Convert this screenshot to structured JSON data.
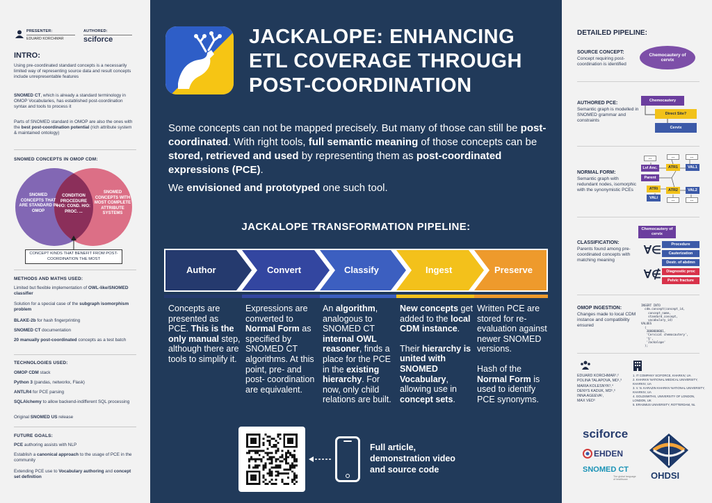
{
  "presenter": {
    "label": "PRESENTER:",
    "name": "EDUARD KORCHMAR"
  },
  "authored": {
    "label": "AUTHORED:",
    "name": "sciforce"
  },
  "intro": {
    "title": "INTRO:",
    "p1": "Using pre-coordinated standard concepts is a necessarily limited way of representing source data and result concepts include unrepresentable features",
    "p2a": "SNOMED CT",
    "p2b": ", which is already a standard terminology in OMOP Vocabularies, has established post-coordination syntax and tools to process it",
    "p3a": "Parts of SNOMED standard in OMOP are also the ones with the ",
    "p3b": "best post-coordination potential",
    "p3c": " (rich attribute system & maintained ontology)"
  },
  "venn": {
    "title": "SNOMED CONCEPTS IN OMOP CDM:",
    "left": "SNOMED CONCEPTS THAT ARE STANDARD IN OMOP",
    "middle": "CONDITION PROCEDURE H/O: COND. H/O: PROC. ...",
    "right": "SNOMED CONCEPTS WITH MOST COMPLETE ATTRIBUTE SYSTEMS",
    "callout": "CONCEPT KINDS THAT BENEFIT FROM POST-COORDINATION THE MOST"
  },
  "methods": {
    "title": "METHODS AND MATHS USED:",
    "items": [
      {
        "a": "Limited but flexible implementation of ",
        "b": "OWL-like/SNOMED classifier"
      },
      {
        "a": "Solution for a special case of the ",
        "b": "subgraph isomorphism problem"
      },
      {
        "a": "BLAKE-2b",
        "b": " for hash fingerprinting"
      },
      {
        "a": "SNOMED CT",
        "b": " documentation"
      },
      {
        "a": "20 manually post-coordinated",
        "b": " concepts as a test batch"
      }
    ]
  },
  "technologies": {
    "title": "TECHNOLOGIES USED:",
    "items": [
      {
        "a": "OMOP CDM",
        "b": " stack"
      },
      {
        "a": "Python 3",
        "b": " (pandas, networkx, Flask)"
      },
      {
        "a": "ANTLR4",
        "b": " for PCE parsing"
      },
      {
        "a": "SQLAlchemy",
        "b": " to allow backend-indifferent SQL processing"
      },
      {
        "a": "Original ",
        "b": "SNOMED US",
        "c": " release"
      }
    ]
  },
  "future": {
    "title": "FUTURE GOALS:",
    "items": [
      {
        "a": "PCE",
        "b": " authoring assists with NLP"
      },
      {
        "a": "Establish a ",
        "b": "canonical approach",
        "c": " to the usage of PCE in the community"
      },
      {
        "a": "Extending PCE use to ",
        "b": "Vocabulary authoring",
        "c": " and ",
        "d": "concept set definition"
      }
    ]
  },
  "title": {
    "line1": "JACKALOPE: ENHANCING",
    "line2": "ETL COVERAGE THROUGH",
    "line3": "POST-COORDINATION"
  },
  "lead": {
    "s1": "Some concepts can not be mapped precisely. But many of those can still be ",
    "s2": "post-coordinated",
    "s3": ". With right tools, ",
    "s4": "full semantic meaning",
    "s5": " of those concepts can be ",
    "s6": "stored, retrieved and used",
    "s7": " by representing them as ",
    "s8": "post-coordinated expressions (PCE)",
    "s9": ".",
    "t1": "We ",
    "t2": "envisioned and prototyped",
    "t3": " one such tool."
  },
  "pipeline": {
    "title": "JACKALOPE TRANSFORMATION PIPELINE:",
    "steps": [
      "Author",
      "Convert",
      "Classify",
      "Ingest",
      "Preserve"
    ],
    "colors": [
      "#253a6e",
      "#3346a0",
      "#3c5fc0",
      "#f3c11b",
      "#ee9a2c"
    ]
  },
  "cols": {
    "c1": {
      "a": "Concepts are presented as PCE. ",
      "b": "This is the only manual",
      "c": " step, although there are tools to simplify it."
    },
    "c2": {
      "a": "Expressions are converted to ",
      "b": "Normal Form",
      "c": " as specified by SNOMED CT algorithms. At this point, pre- and post- coordination are equivalent."
    },
    "c3": {
      "a": "An ",
      "b": "algorithm",
      "c": ", analogous to SNOMED CT ",
      "d": "internal OWL reasoner",
      "e": ", finds a place for the PCE in the ",
      "f": "existing hierarchy",
      "g": ". For now, only child relations are built."
    },
    "c4": {
      "a": "New concepts",
      "b": " get added to the ",
      "c": "local CDM instance",
      "d": ".",
      "e": "Their ",
      "f": "hierarchy is united with SNOMED Vocabulary",
      "g": ", allowing use in ",
      "h": "concept sets",
      "i": "."
    },
    "c5": {
      "a": "Written PCE are stored for re-evaluation against newer SNOMED versions.",
      "b": "Hash of the ",
      "c": "Normal Form",
      "d": " is used to identify PCE synonyms."
    }
  },
  "cta": {
    "line1": "Full article,",
    "line2": "demonstration video",
    "line3": "and source code"
  },
  "detailed": {
    "title": "DETAILED PIPELINE:",
    "source": {
      "title": "SOURCE CONCEPT:",
      "text": "Concept requiring post-coordination is identified",
      "node": "Chemocautery of cervix"
    },
    "authored": {
      "title": "AUTHORED PCE:",
      "text": "Semantic graph is modelled in SNOMED grammar and constraints",
      "n1": "Chemocautery",
      "n2": "Direct Site?",
      "n3": "Cervix"
    },
    "normal": {
      "title": "NORMAL FORM:",
      "text": "Semantic graph with redundant nodes, isomorphic with the synonymistic PCEs",
      "nodes": [
        "...",
        "...",
        "...",
        "Lvl Anc.",
        "ATR1",
        "VAL1",
        "Parent",
        "ATRi",
        "VALi",
        "ATR2",
        "VAL2",
        "...",
        "..."
      ]
    },
    "classification": {
      "title": "CLASSIFICATION:",
      "text": "Parents found among pre-coordinated concepts with matching meaning",
      "node": "Chemocautery of cervix",
      "sym1": "∀∈",
      "sym2": "∀∉",
      "parents": [
        "Procedure",
        "Cauterization",
        "Destr. of abdmn",
        "Diagnostic proc",
        "Pelvic fracture"
      ]
    },
    "ingestion": {
      "title": "OMOP INGESTION:",
      "text": "Changes made to local CDM instance and compatibility ensured",
      "code": "INSERT INTO\n  cdm.concept(concept_id,\n    concept_name,\n    standard_concept,\n    vocabulary_id)\nVALUES\n  (\n   3000000001,\n   'Cervical chemocautery',\n   'S',\n   'Jackalope'\n  );"
    }
  },
  "authors": {
    "names": [
      "EDUARD KORCHMAR¹,²",
      "POLINA TALAPOVA, MD¹,³",
      "MARIA KOLESNYK³,⁴",
      "DENYS KADUK, MD⁵,⁶",
      "INNA AGEEVA¹,",
      "MAX VED⁵"
    ],
    "affiliations": [
      "1. IT COMPANY SCIFORCE, KHARKIV, UA",
      "2. KHARKIV NATIONAL MEDICAL UNIVERSITY, KHARKIV, UA",
      "3. V. N. KARAZIN KHARKIV NATIONAL UNIVERSITY, KHARKIV, UA",
      "4. GOLDSMITHS, UNIVERSITY OF LONDON, LONDON, UK",
      "5. ERASMUS UNIVERSITY, ROTTERDAM, NL"
    ]
  },
  "logos": {
    "sciforce": "sciforce",
    "ehden": "EHDEN",
    "snomed": "SNOMED CT",
    "snomed_sub": "The global language of healthcare",
    "ohdsi": "OHDSI"
  }
}
